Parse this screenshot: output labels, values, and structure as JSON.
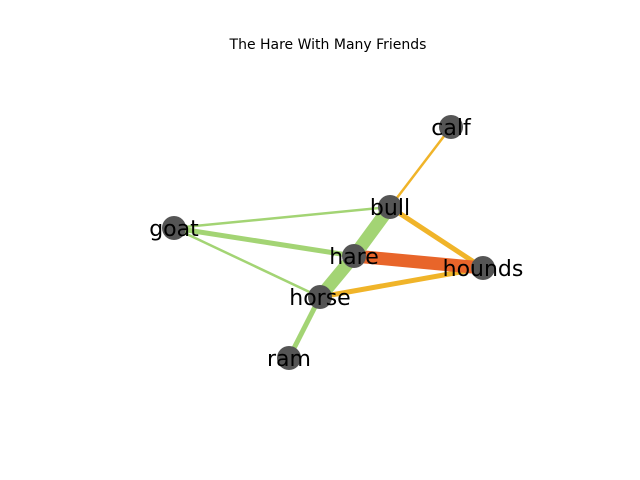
{
  "title": "The Hare With Many Friends",
  "colors": {
    "node": "#555555",
    "background": "#ffffff"
  },
  "nodes": [
    {
      "id": "calf",
      "label": "calf"
    },
    {
      "id": "bull",
      "label": "bull"
    },
    {
      "id": "goat",
      "label": "goat"
    },
    {
      "id": "hare",
      "label": "hare"
    },
    {
      "id": "hounds",
      "label": "hounds"
    },
    {
      "id": "horse",
      "label": "horse"
    },
    {
      "id": "ram",
      "label": "ram"
    }
  ],
  "edges": [
    {
      "source": "bull",
      "target": "calf",
      "color": "#f0b429",
      "weight": "light"
    },
    {
      "source": "bull",
      "target": "hounds",
      "color": "#f0b429",
      "weight": "medium"
    },
    {
      "source": "horse",
      "target": "hounds",
      "color": "#f0b429",
      "weight": "medium"
    },
    {
      "source": "hare",
      "target": "hounds",
      "color": "#e8652a",
      "weight": "heavy"
    },
    {
      "source": "goat",
      "target": "bull",
      "color": "#a3d474",
      "weight": "light"
    },
    {
      "source": "goat",
      "target": "hare",
      "color": "#a3d474",
      "weight": "medium"
    },
    {
      "source": "goat",
      "target": "horse",
      "color": "#a3d474",
      "weight": "light"
    },
    {
      "source": "bull",
      "target": "hare",
      "color": "#a3d474",
      "weight": "heavy"
    },
    {
      "source": "hare",
      "target": "horse",
      "color": "#a3d474",
      "weight": "heavy"
    },
    {
      "source": "horse",
      "target": "ram",
      "color": "#a3d474",
      "weight": "medium"
    }
  ]
}
